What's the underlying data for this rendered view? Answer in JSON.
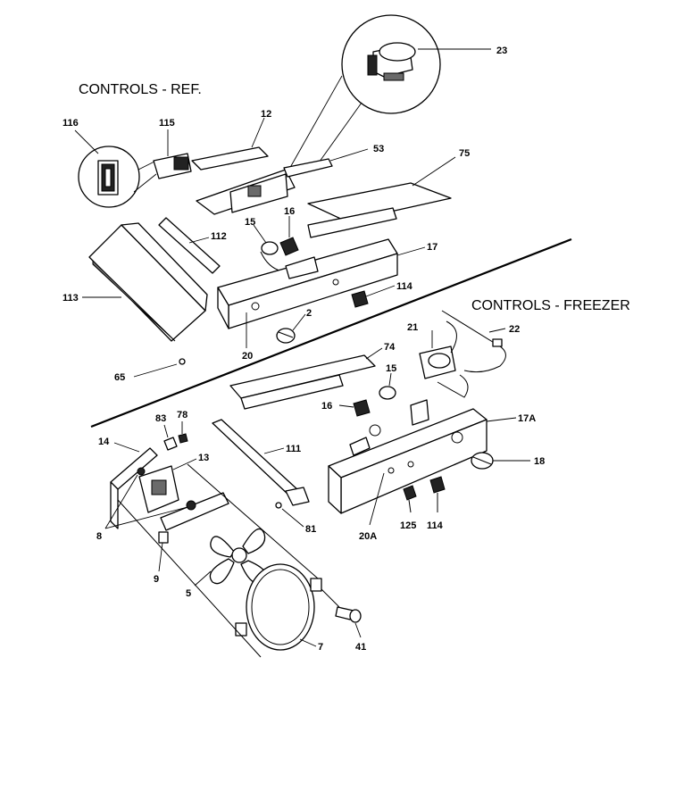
{
  "sections": {
    "ref_title": "CONTROLS - REF.",
    "freezer_title": "CONTROLS - FREEZER"
  },
  "parts": {
    "p23": "23",
    "p116": "116",
    "p115": "115",
    "p12": "12",
    "p53": "53",
    "p75": "75",
    "p112": "112",
    "p15a": "15",
    "p16a": "16",
    "p17": "17",
    "p113": "113",
    "p114a": "114",
    "p2": "2",
    "p20": "20",
    "p65": "65",
    "p21": "21",
    "p22": "22",
    "p74": "74",
    "p15b": "15",
    "p16b": "16",
    "p17A": "17A",
    "p83": "83",
    "p78": "78",
    "p14": "14",
    "p13": "13",
    "p111": "111",
    "p18": "18",
    "p8": "8",
    "p125": "125",
    "p114b": "114",
    "p20A": "20A",
    "p81": "81",
    "p9": "9",
    "p5": "5",
    "p7": "7",
    "p41": "41"
  }
}
